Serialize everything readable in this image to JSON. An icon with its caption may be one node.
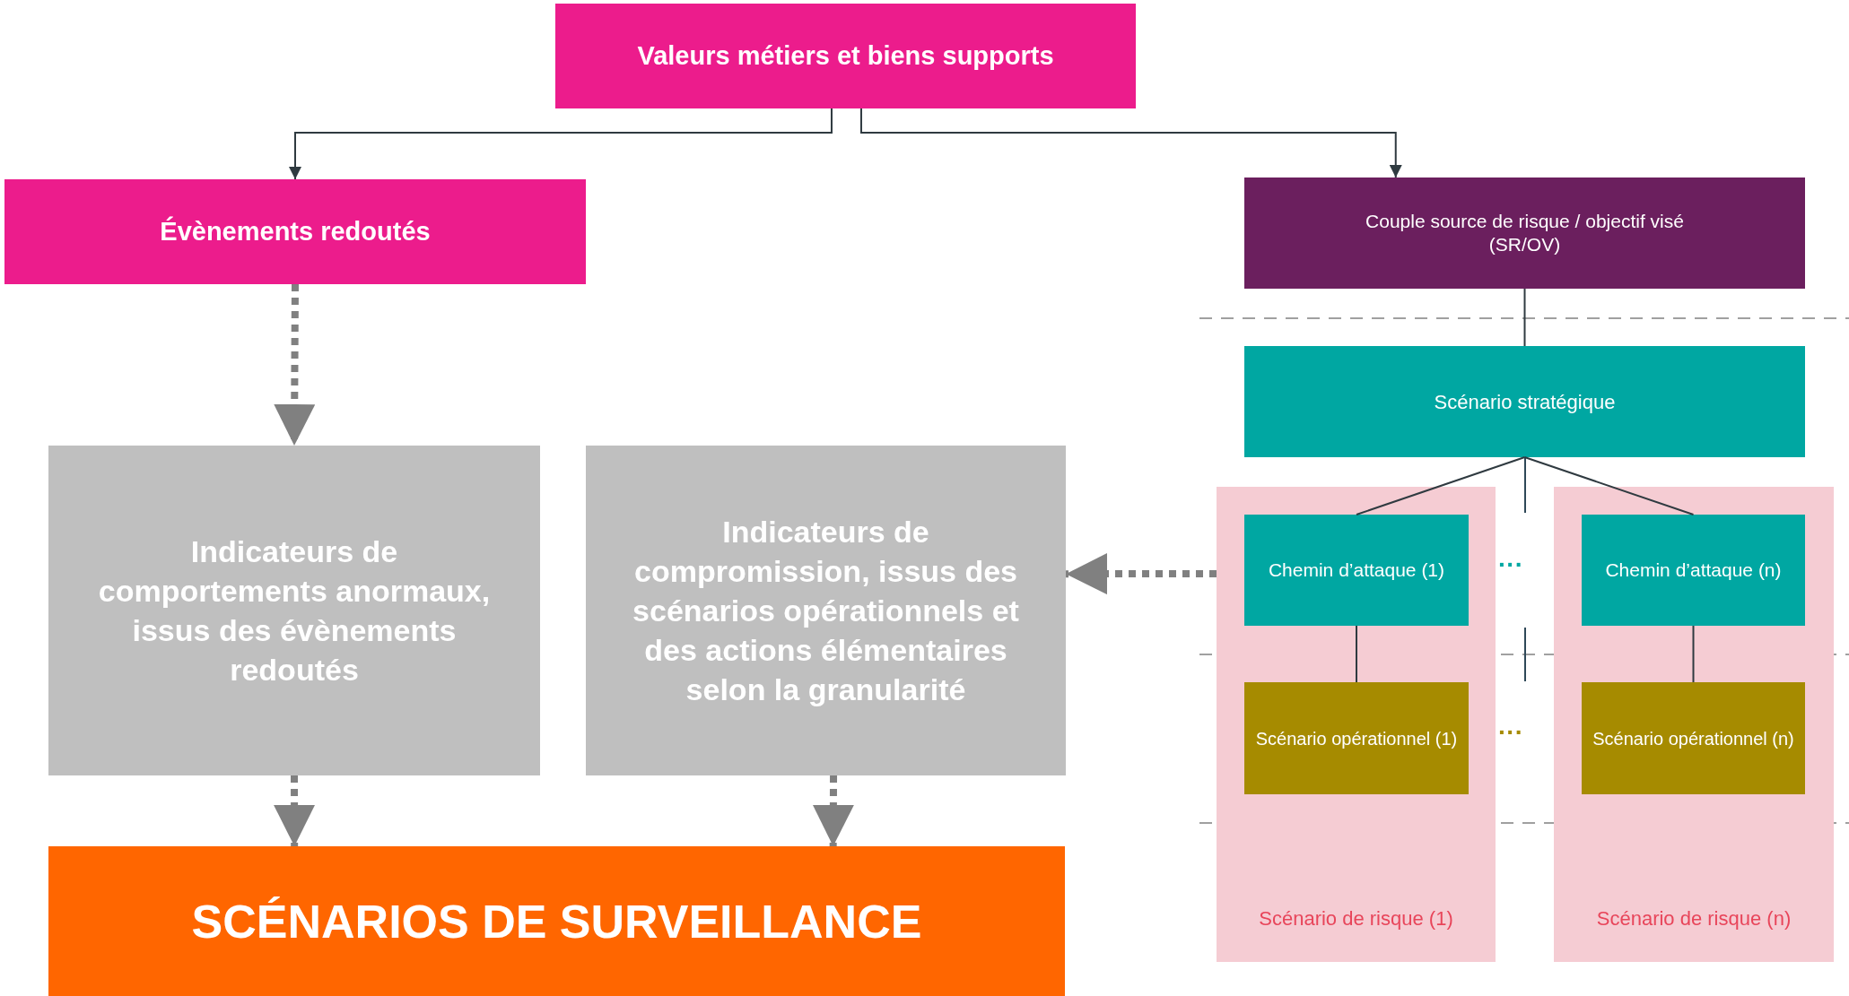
{
  "diagram": {
    "nodes": [
      {
        "text": [
          "Valeurs métiers et biens supports"
        ]
      },
      {
        "text": [
          "Évènements redoutés"
        ]
      },
      {
        "text": [
          "Couple source de risque / objectif visé (SR/OV)"
        ]
      },
      {
        "text": [
          "Scénario stratégique"
        ]
      },
      {
        "text": [
          "Scénario de risque (1)"
        ]
      },
      {
        "text": [
          "Scénario de risque (n)"
        ]
      },
      {
        "text": [
          "Chemin d’attaque (1)"
        ],
        "in": 4
      },
      {
        "text": [
          "Scénario opérationnel (1)"
        ],
        "in": 4
      },
      {
        "text": [
          "Chemin d’attaque (n)"
        ],
        "in": 5
      },
      {
        "text": [
          "Scénario opérationnel (n)"
        ],
        "in": 5
      },
      {
        "text": [
          "Indicateurs de comportements anormaux, issus des évènements redoutés"
        ]
      },
      {
        "text": [
          "Indicateurs de compromission, issus des scénarios opérationnels et des actions élémentaires selon la granularité"
        ]
      },
      {
        "text": [
          "SCÉNARIOS DE SURVEILLANCE"
        ]
      }
    ],
    "edges": [
      {
        "from": 0,
        "to": 1,
        "arrow": "to"
      },
      {
        "from": 0,
        "to": 2,
        "arrow": "to"
      },
      {
        "from": 1,
        "to": 10,
        "arrow": "to",
        "style": "dashed",
        "color": "#808080"
      },
      {
        "from": 2,
        "to": 3,
        "arrow": "none"
      },
      {
        "from": 3,
        "to": 6,
        "arrow": "none"
      },
      {
        "from": 3,
        "to": 8,
        "arrow": "none"
      },
      {
        "from": 6,
        "to": 7,
        "arrow": "none"
      },
      {
        "from": 8,
        "to": 9,
        "arrow": "none"
      },
      {
        "from": 4,
        "to": 11,
        "arrow": "to",
        "style": "dashed",
        "color": "#808080"
      },
      {
        "from": 10,
        "to": 12,
        "arrow": "to",
        "style": "dashed",
        "color": "#808080"
      },
      {
        "from": 11,
        "to": 12,
        "arrow": "to",
        "style": "dashed",
        "color": "#808080"
      }
    ],
    "labels": [
      "···",
      "···"
    ]
  }
}
